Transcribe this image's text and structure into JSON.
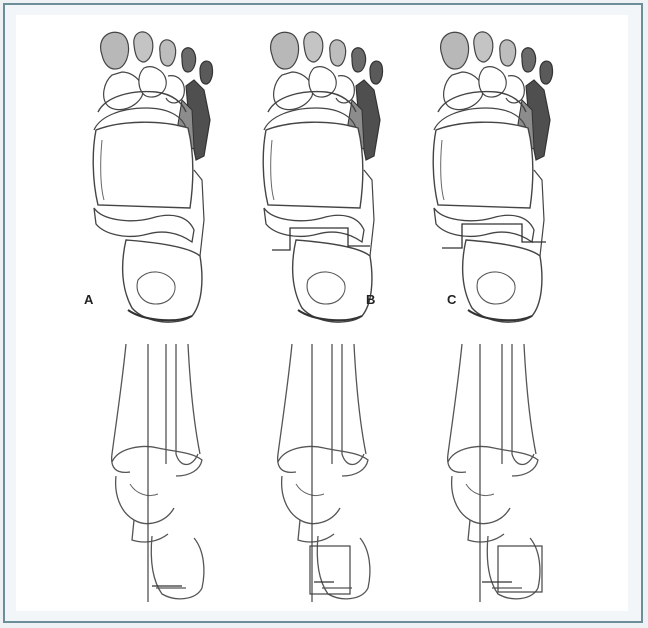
{
  "figure": {
    "labels": {
      "a": "A",
      "b": "B",
      "c": "C"
    }
  },
  "colors": {
    "frame": "#6b8e99",
    "background": "#ffffff",
    "ink": "#3a3a3a",
    "toe_shade": "#b8b8b8",
    "dark_shade": "#555555"
  }
}
